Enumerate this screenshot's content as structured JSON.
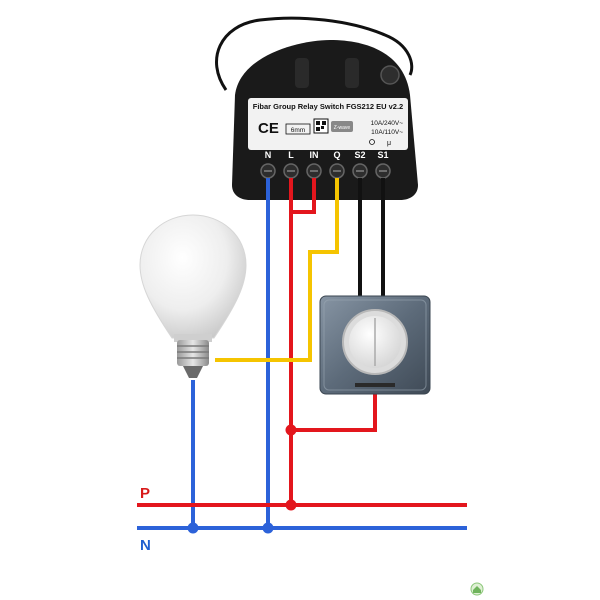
{
  "module": {
    "title": "Fibar Group Relay Switch FGS212 EU v2.2",
    "rating_1": "10A/240V~",
    "rating_2": "10A/110V~",
    "strip_length": "6mm",
    "ce_mark": "CE",
    "zwave_mark": "Z-wave",
    "rating_symbol": "μ",
    "terminals": [
      "N",
      "L",
      "IN",
      "Q",
      "S2",
      "S1"
    ]
  },
  "lines": {
    "phase_label": "P",
    "neutral_label": "N"
  },
  "colors": {
    "phase": "#e3161d",
    "neutral": "#2c62d9",
    "load": "#f5c400",
    "switch_wire": "#111111",
    "module_body": "#1a1a1a",
    "label_plate": "#f2f2f2",
    "switch_frame": "#5d6b7a",
    "phase_label": "#d81b1b",
    "neutral_label": "#1f5fcf"
  },
  "icons": [
    "light-bulb-icon",
    "wall-switch-icon",
    "relay-module-icon",
    "home-logo-icon"
  ]
}
